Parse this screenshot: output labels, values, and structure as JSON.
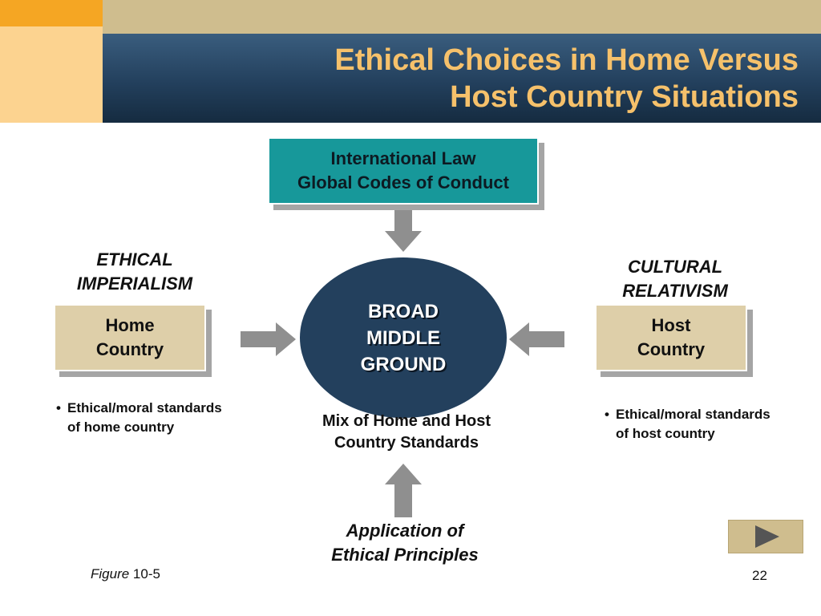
{
  "title": {
    "line1": "Ethical Choices in Home Versus",
    "line2": "Host Country Situations"
  },
  "diagram": {
    "international_box": {
      "line1": "International Law",
      "line2": "Global Codes of Conduct"
    },
    "center": {
      "line1": "BROAD",
      "line2": "MIDDLE",
      "line3": "GROUND"
    },
    "mix_label": {
      "line1": "Mix of Home and Host",
      "line2": "Country Standards"
    },
    "application_label": {
      "line1": "Application of",
      "line2": "Ethical Principles"
    },
    "left": {
      "heading_line1": "ETHICAL",
      "heading_line2": "IMPERIALISM",
      "box_line1": "Home",
      "box_line2": "Country",
      "bullet": "Ethical/moral standards of home country"
    },
    "right": {
      "heading_line1": "CULTURAL",
      "heading_line2": "RELATIVISM",
      "box_line1": "Host",
      "box_line2": "Country",
      "bullet": "Ethical/moral standards of host country"
    }
  },
  "footer": {
    "figure_word": "Figure",
    "figure_number": "10-5",
    "page_number": "22"
  },
  "colors": {
    "teal_box": "#17989a",
    "tan_box": "#decfa9",
    "navy": "#23405d",
    "title_text": "#f6c16b",
    "arrow_gray": "#8f8f8f"
  },
  "icons": {
    "next": "play-triangle-icon",
    "arrows": "block-arrow-icon"
  }
}
